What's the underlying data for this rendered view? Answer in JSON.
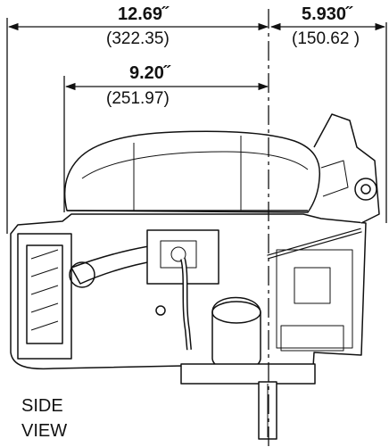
{
  "dimensions": {
    "overall_width": {
      "inches": "12.69˝",
      "mm": "(322.35)"
    },
    "to_centerline": {
      "inches": "9.20˝",
      "mm": "(251.97)"
    },
    "right_offset": {
      "inches": "5.930˝",
      "mm": "(150.62 )"
    }
  },
  "view_label": {
    "line1": "SIDE",
    "line2": "VIEW"
  }
}
